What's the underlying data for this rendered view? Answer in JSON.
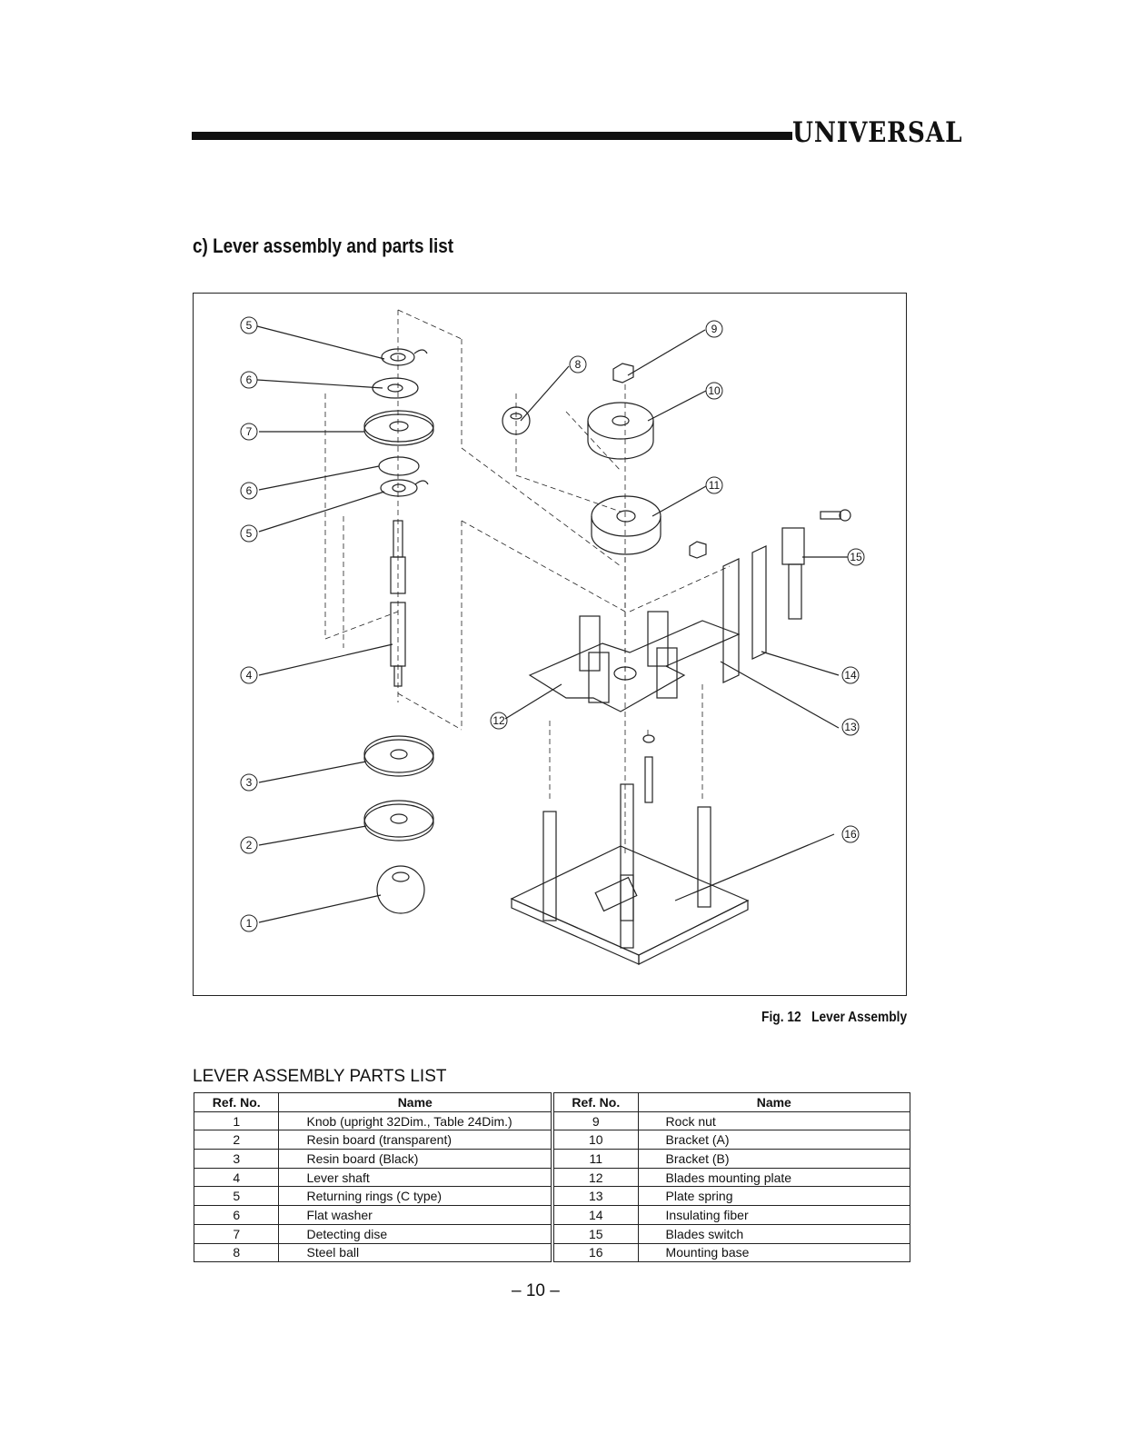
{
  "header": {
    "brand": "UNIVERSAL"
  },
  "section_title": "c) Lever assembly and parts list",
  "figure": {
    "caption": "Fig. 12   Lever Assembly",
    "callouts": [
      "5",
      "6",
      "7",
      "6",
      "5",
      "4",
      "3",
      "2",
      "1",
      "8",
      "9",
      "10",
      "11",
      "12",
      "13",
      "14",
      "15",
      "16"
    ]
  },
  "parts_list": {
    "title": "LEVER ASSEMBLY PARTS LIST",
    "headers": [
      "Ref. No.",
      "Name",
      "Ref. No.",
      "Name"
    ],
    "rows": [
      [
        "1",
        "Knob (upright 32Dim., Table 24Dim.)",
        "9",
        "Rock nut"
      ],
      [
        "2",
        "Resin board (transparent)",
        "10",
        "Bracket (A)"
      ],
      [
        "3",
        "Resin board (Black)",
        "11",
        "Bracket (B)"
      ],
      [
        "4",
        "Lever shaft",
        "12",
        "Blades mounting plate"
      ],
      [
        "5",
        "Returning rings (C type)",
        "13",
        "Plate spring"
      ],
      [
        "6",
        "Flat washer",
        "14",
        "Insulating fiber"
      ],
      [
        "7",
        "Detecting dise",
        "15",
        "Blades switch"
      ],
      [
        "8",
        "Steel ball",
        "16",
        "Mounting base"
      ]
    ]
  },
  "page_number": "– 10 –"
}
